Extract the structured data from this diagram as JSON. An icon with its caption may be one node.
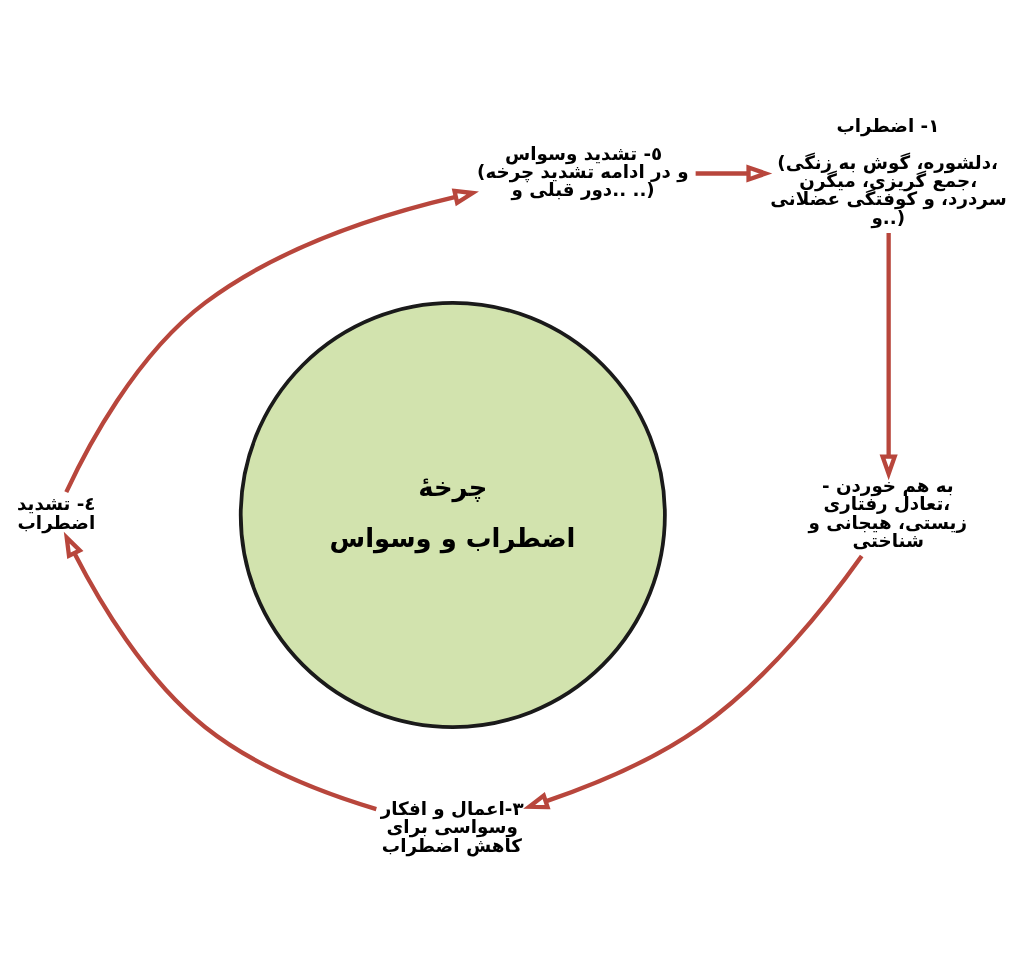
{
  "diagram": {
    "nodes": [
      {
        "text": [
          "چرخهٔ",
          "اضطراب و وسواس"
        ]
      },
      {
        "text": [
          "١- اضطراب",
          "(دلشوره، گوش به زنگی، جمع گریزی، میگرن، سردرد، و کوفتگی عضلانی و..)"
        ]
      },
      {
        "text": [
          "- به هم خوردن تعادل رفتاری، زیستی، هیجانی و شناختی"
        ]
      },
      {
        "text": [
          "٣-اعمال و افکار وسواسی برای کاهش اضطراب"
        ]
      },
      {
        "text": [
          "٤- تشدید اضطراب"
        ]
      },
      {
        "text": [
          "٥- تشدید وسواس",
          "(و در ادامه تشدید چرخه دور قبلی و.. ..)"
        ]
      }
    ],
    "edges": [
      {
        "from": 5,
        "to": 1,
        "arrow": "to"
      },
      {
        "from": 1,
        "to": 2,
        "arrow": "to"
      },
      {
        "from": 2,
        "to": 3,
        "arrow": "to"
      },
      {
        "from": 3,
        "to": 4,
        "arrow": "to"
      },
      {
        "from": 4,
        "to": 5,
        "arrow": "to"
      }
    ]
  }
}
